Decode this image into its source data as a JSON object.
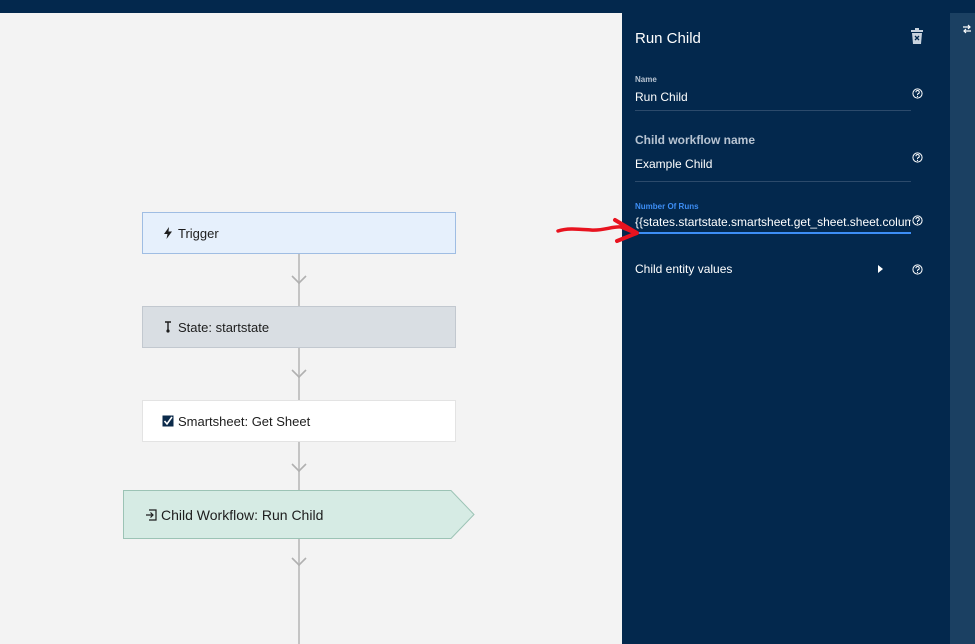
{
  "canvas": {
    "nodes": [
      {
        "label": "Trigger",
        "icon": "lightning-icon"
      },
      {
        "label": "State: startstate",
        "icon": "state-icon"
      },
      {
        "label": "Smartsheet: Get Sheet",
        "icon": "smartsheet-icon"
      },
      {
        "label": "Child Workflow: Run Child",
        "icon": "child-workflow-icon"
      }
    ]
  },
  "panel": {
    "title": "Run Child",
    "name": {
      "label": "Name",
      "value": "Run Child"
    },
    "child_workflow": {
      "label": "Child workflow name",
      "value": "Example Child"
    },
    "number_of_runs": {
      "label": "Number Of Runs",
      "value": "{{states.startstate.smartsheet.get_sheet.sheet.columns"
    },
    "child_entity": {
      "label": "Child entity values"
    }
  },
  "colors": {
    "panel_bg": "#03284d",
    "accent": "#3d8ef5",
    "annotation": "#e8131f"
  }
}
